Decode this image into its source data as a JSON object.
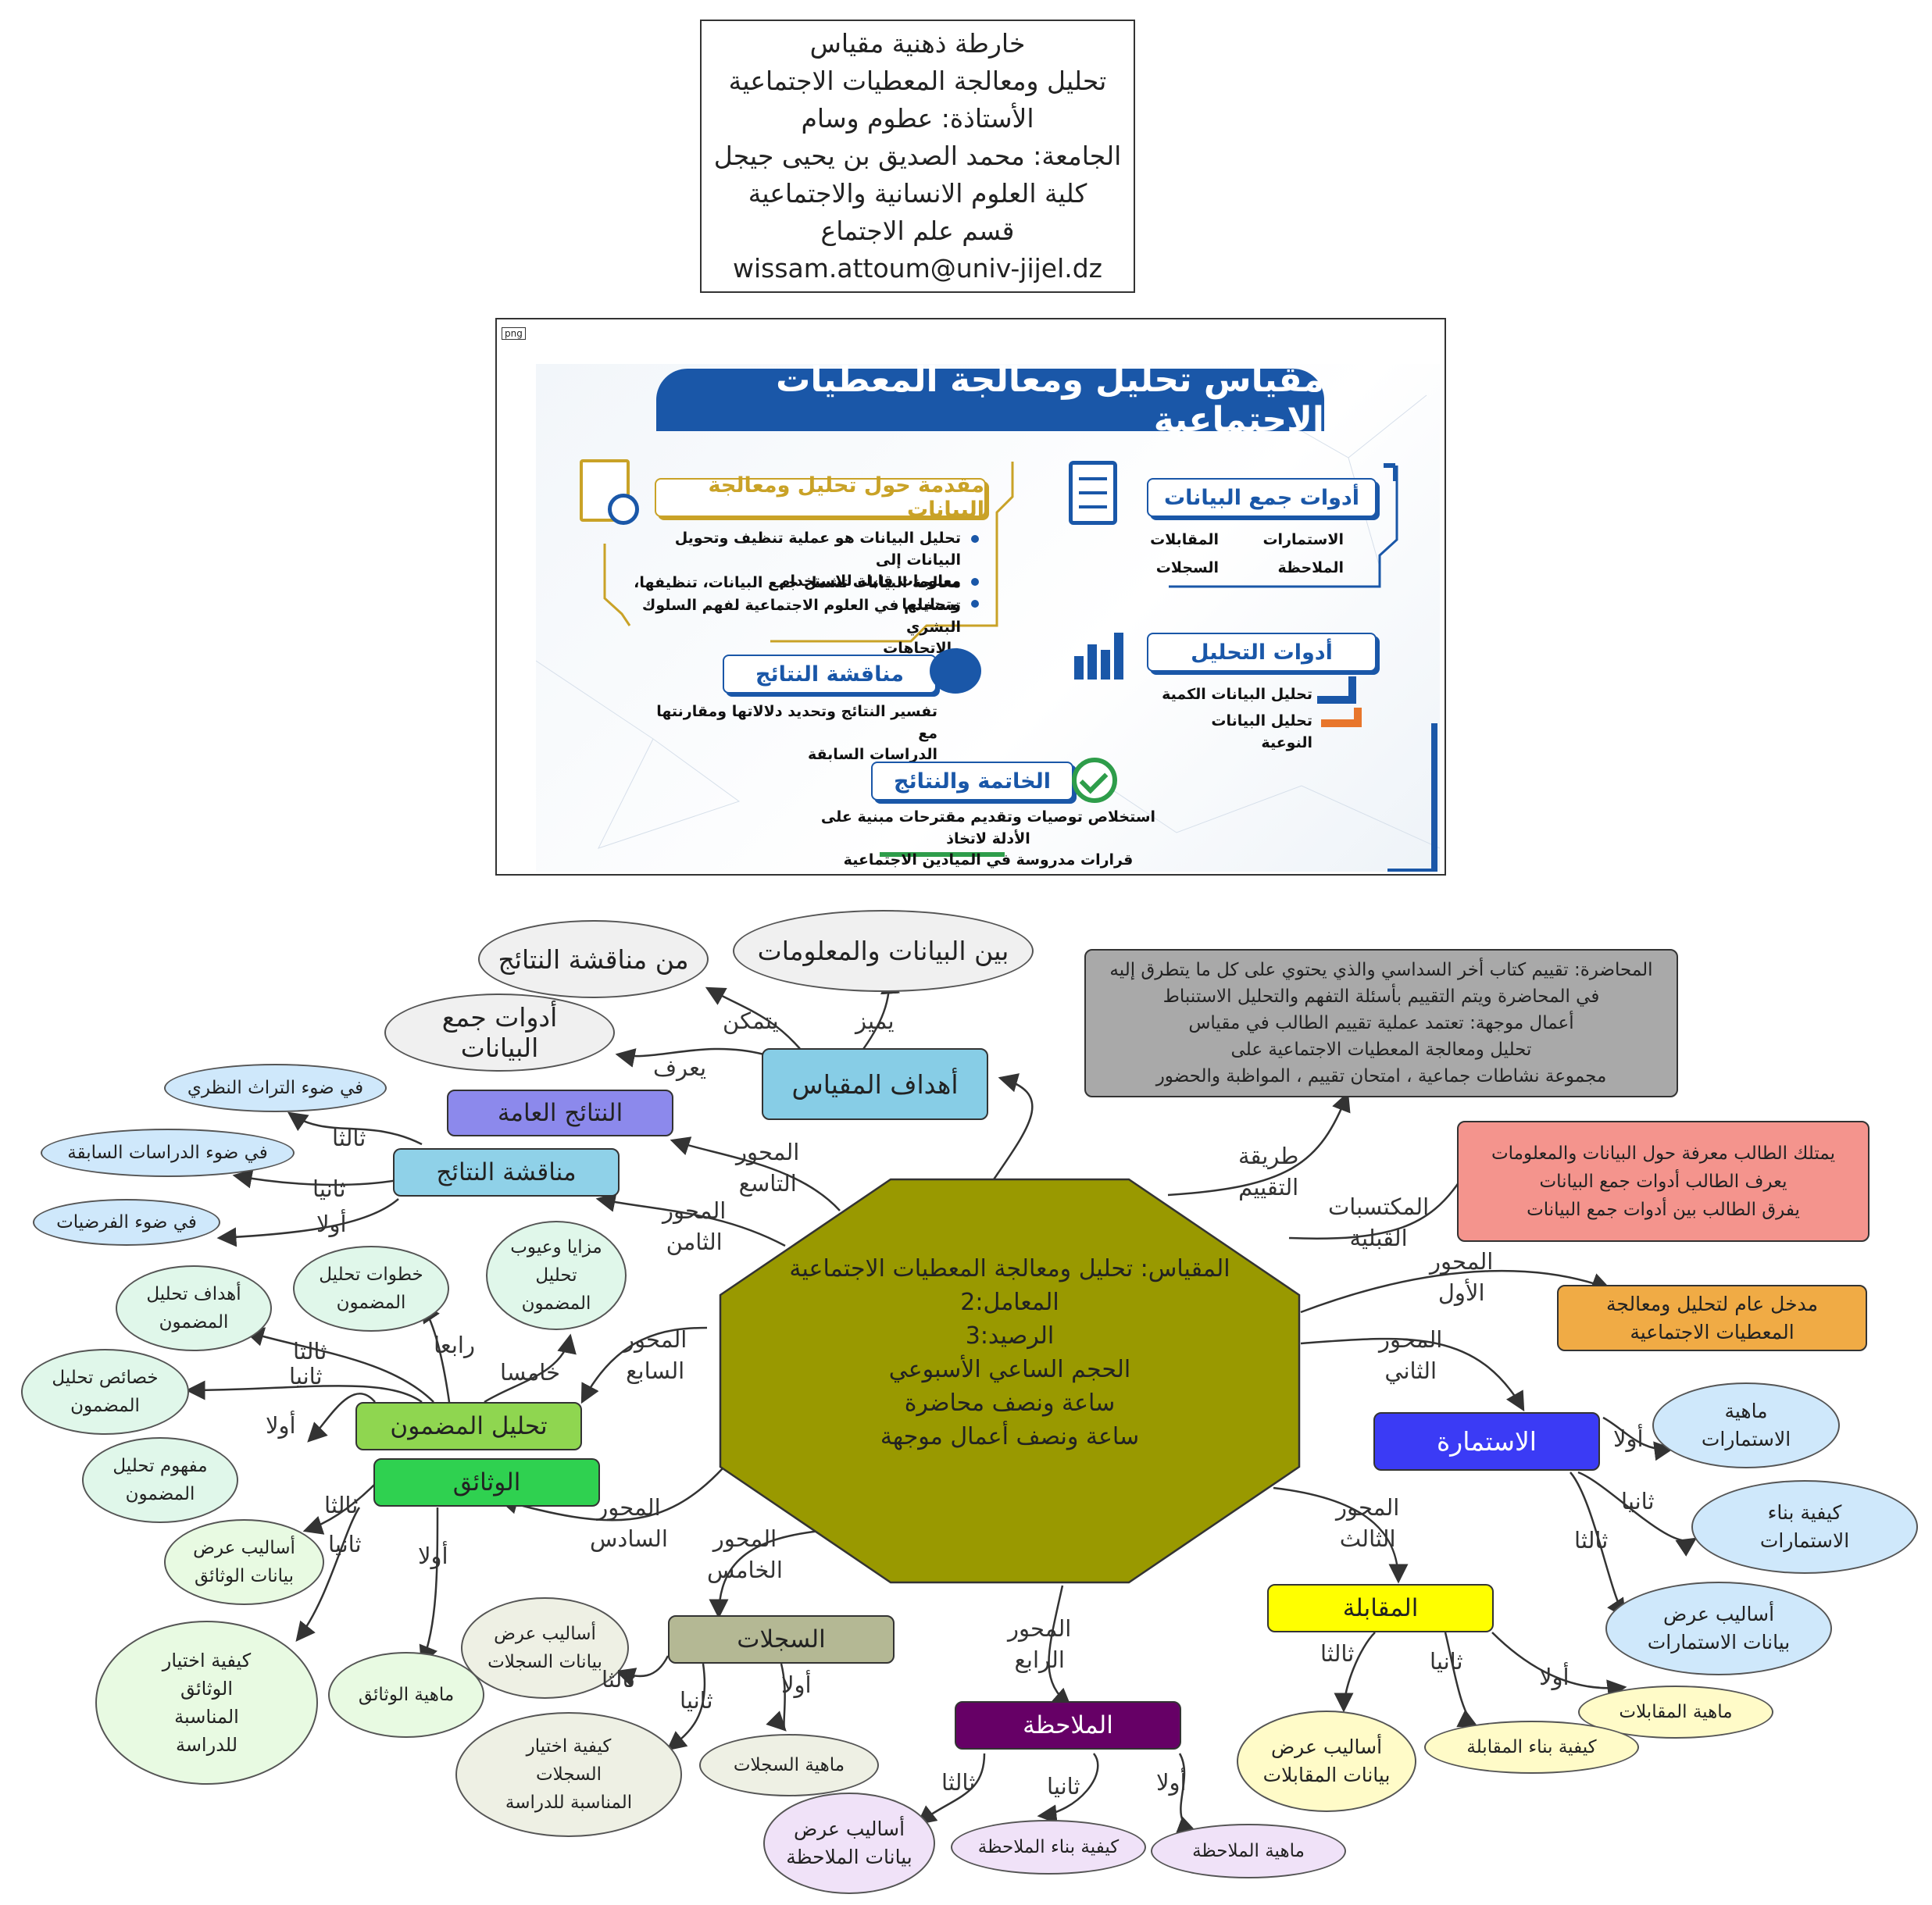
{
  "header": {
    "lines": [
      "خارطة ذهنية مقياس",
      "تحليل ومعالجة المعطيات الاجتماعية",
      "الأستاذة: عطوم وسام",
      "الجامعة: محمد الصديق بن يحيى جيجل",
      "كلية العلوم الانسانية والاجتماعية",
      "قسم علم الاجتماع",
      "wissam.attoum@univ-jijel.dz"
    ]
  },
  "infographic": {
    "badge": "png",
    "title": "مقياس تحليل ومعالجة المعطيات الاجتماعية",
    "intro": {
      "title": "مقدمة حول تحليل ومعالجة البيانات",
      "bullets": [
        "تحليل البيانات هو عملية تنظيف وتحويل البيانات إلى\nمعلومات قابلة للاستخدام",
        "معالجة البيانات تشمل جمع البيانات، تنظيفها، وتحليلها",
        "تستخدم في العلوم الاجتماعية لفهم السلوك البشري\nوالاتجاهات"
      ]
    },
    "tools": {
      "title": "أدوات جمع البيانات",
      "items": [
        "الاستمارات",
        "المقابلات",
        "الملاحظة",
        "السجلات"
      ]
    },
    "analysis": {
      "title": "أدوات التحليل",
      "items": [
        "تحليل البيانات الكمية",
        "تحليل البيانات النوعية"
      ]
    },
    "discussion": {
      "title": "مناقشة النتائج",
      "text": "تفسير النتائج وتحديد دلالاتها ومقارنتها مع\nالدراسات السابقة"
    },
    "conclusion": {
      "title": "الخاتمة والنتائج",
      "text": "استخلاص توصيات وتقديم مقترحات مبنية على الأدلة لاتخاذ\nقرارات مدروسة في الميادين الاجتماعية"
    },
    "colors": {
      "blue": "#1a57a8",
      "gold": "#c9a227",
      "orange": "#e8762c",
      "green": "#2e9d4a"
    }
  },
  "center": {
    "lines": [
      "المقياس: تحليل ومعالجة المعطيات الاجتماعية",
      "المعامل:2",
      "الرصيد:3",
      "الحجم الساعي الأسبوعي",
      "ساعة ونصف محاضرة",
      "ساعة ونصف أعمال موجهة"
    ],
    "color": "#999900"
  },
  "goals": {
    "node": "أهداف المقياس",
    "links": {
      "knows": "يعرف",
      "enables": "يتمكن",
      "distinguishes": "يميز"
    },
    "leaves": {
      "tools": "أدوات جمع البيانات",
      "discussion": "من مناقشة النتائج",
      "data": "بين البيانات والمعلومات"
    }
  },
  "evaluation": {
    "link": "طريقة\nالتقييم",
    "text": "المحاضرة: تقييم كتاب أخر السداسي والذي يحتوي على كل ما يتطرق إليه\nفي المحاضرة ويتم التقييم بأسئلة التفهم والتحليل الاستنباط\nأعمال موجهة: تعتمد عملية تقييم الطالب في مقياس\nتحليل ومعالجة المعطيات الاجتماعية على\nمجموعة نشاطات جماعية ، امتحان تقييم ، المواظبة والحضور"
  },
  "prerequisites": {
    "link": "المكتسبات\nالقبلية",
    "text": "يمتلك الطالب معرفة حول البيانات والمعلومات\nيعرف  الطالب أدوات جمع البيانات\nيفرق الطالب بين أدوات جمع البيانات"
  },
  "axis1": {
    "link": "المحور\nالأول",
    "node": "مدخل عام لتحليل ومعالجة\nالمعطيات الاجتماعية"
  },
  "axis2": {
    "link": "المحور\nالثاني",
    "node": "الاستمارة",
    "leaves": [
      "ماهية\nالاستمارات",
      "كيفية بناء\nالاستمارات",
      "أساليب عرض\nبيانات الاستمارات"
    ]
  },
  "axis3": {
    "link": "المحور\nالثالث",
    "node": "المقابلة",
    "leaves": [
      "ماهية المقابلات",
      "كيفية بناء المقابلة",
      "أساليب عرض\nبيانات المقابلات"
    ]
  },
  "axis4": {
    "link": "المحور\nالرابع",
    "node": "الملاحظة",
    "leaves": [
      "ماهية الملاحظة",
      "كيفية بناء الملاحظة",
      "أساليب عرض\nبيانات الملاحظة"
    ]
  },
  "axis5": {
    "link": "المحور\nالخامس",
    "node": "السجلات",
    "leaves": [
      "ماهية السجلات",
      "كيفية اختيار\nالسجلات\nالمناسبة للدراسة",
      "أساليب عرض\nبيانات السجلات"
    ]
  },
  "axis6": {
    "link": "المحور\nالسادس",
    "node": "الوثائق",
    "leaves": [
      "ماهية الوثائق",
      "كيفية اختيار\nالوثائق\nالمناسبة\nللدراسة",
      "أساليب عرض\nبيانات الوثائق"
    ]
  },
  "axis7": {
    "link": "المحور\nالسابع",
    "node": "تحليل المضمون",
    "leaves": [
      "مفهوم تحليل\nالمضمون",
      "خصائص تحليل\nالمضمون",
      "أهداف تحليل\nالمضمون",
      "خطوات تحليل\nالمضمون",
      "مزايا وعيوب\nتحليل\nالمضمون"
    ]
  },
  "axis8": {
    "link": "المحور\nالثامن",
    "node": "مناقشة النتائج",
    "leaves": [
      "في ضوء الفرضيات",
      "في ضوء الدراسات السابقة",
      "في ضوء التراث النظري"
    ]
  },
  "axis9": {
    "link": "المحور\nالتاسع",
    "node": "النتائج العامة"
  },
  "ordinals": [
    "أولا",
    "ثانيا",
    "ثالثا",
    "رابعا",
    "خامسا"
  ],
  "colors": {
    "goals": "#87cde6",
    "evaluation": "#a9a9a9",
    "prerequisites": "#f4948d",
    "axis1": "#f0ab45",
    "axis2": "#3b3bf5",
    "axis3": "#ffff00",
    "axis4": "#660066",
    "axis5": "#b4b894",
    "axis6": "#2fd150",
    "axis7": "#8fd650",
    "axis8": "#8fd1e8",
    "axis9": "#8c89ec"
  }
}
